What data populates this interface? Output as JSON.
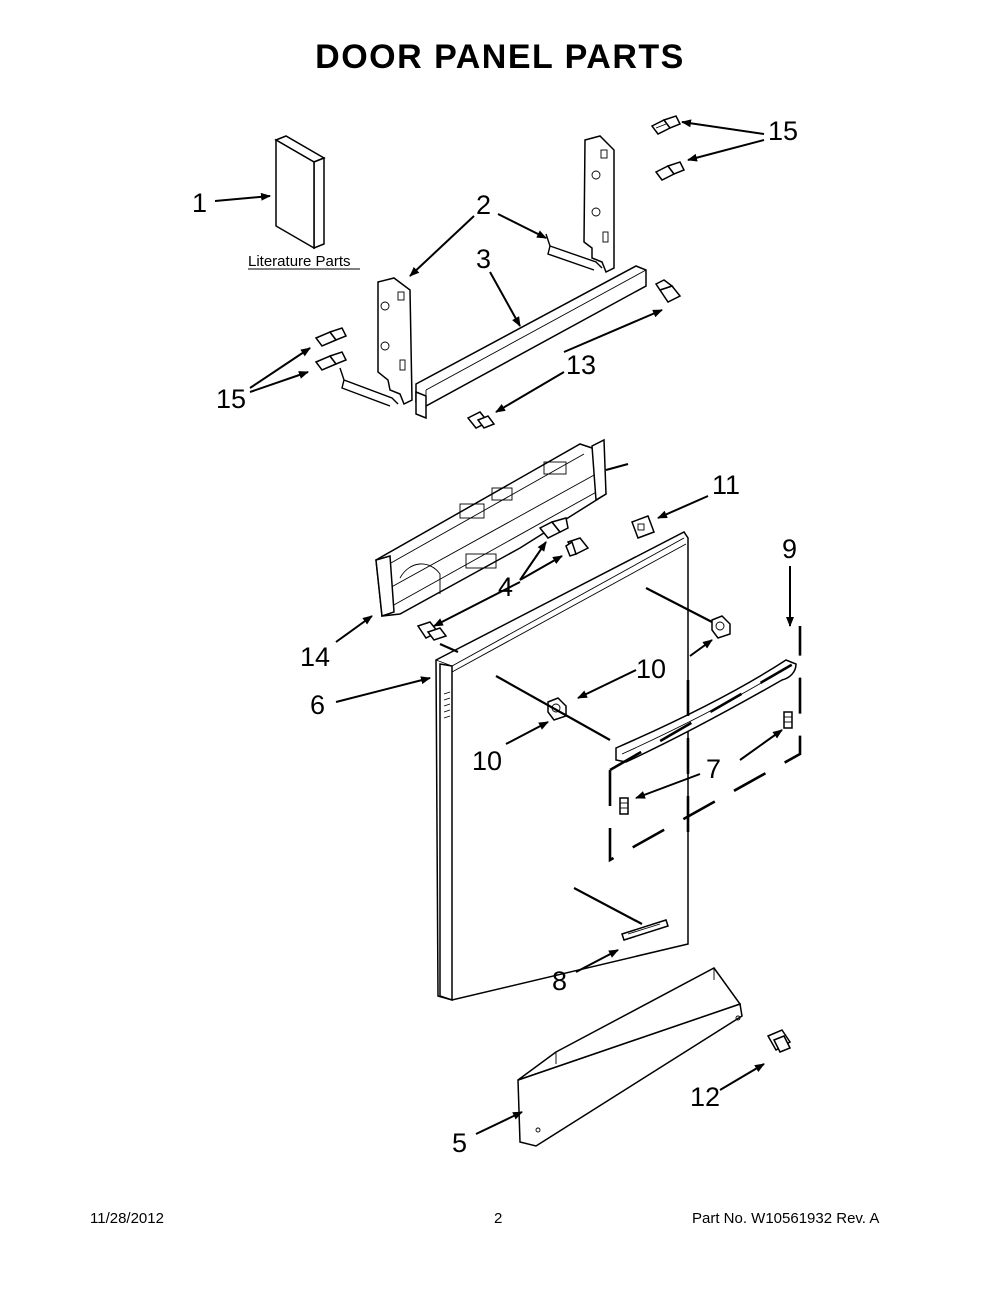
{
  "title": "DOOR PANEL PARTS",
  "literature_label": "Literature Parts",
  "callouts": {
    "c1": "1",
    "c2": "2",
    "c3": "3",
    "c4": "4",
    "c5": "5",
    "c6": "6",
    "c7": "7",
    "c8": "8",
    "c9": "9",
    "c10a": "10",
    "c10b": "10",
    "c11": "11",
    "c12": "12",
    "c13": "13",
    "c14": "14",
    "c15a": "15",
    "c15b": "15"
  },
  "footer": {
    "date": "11/28/2012",
    "page": "2",
    "part_no": "Part No.  W10561932  Rev.  A"
  }
}
